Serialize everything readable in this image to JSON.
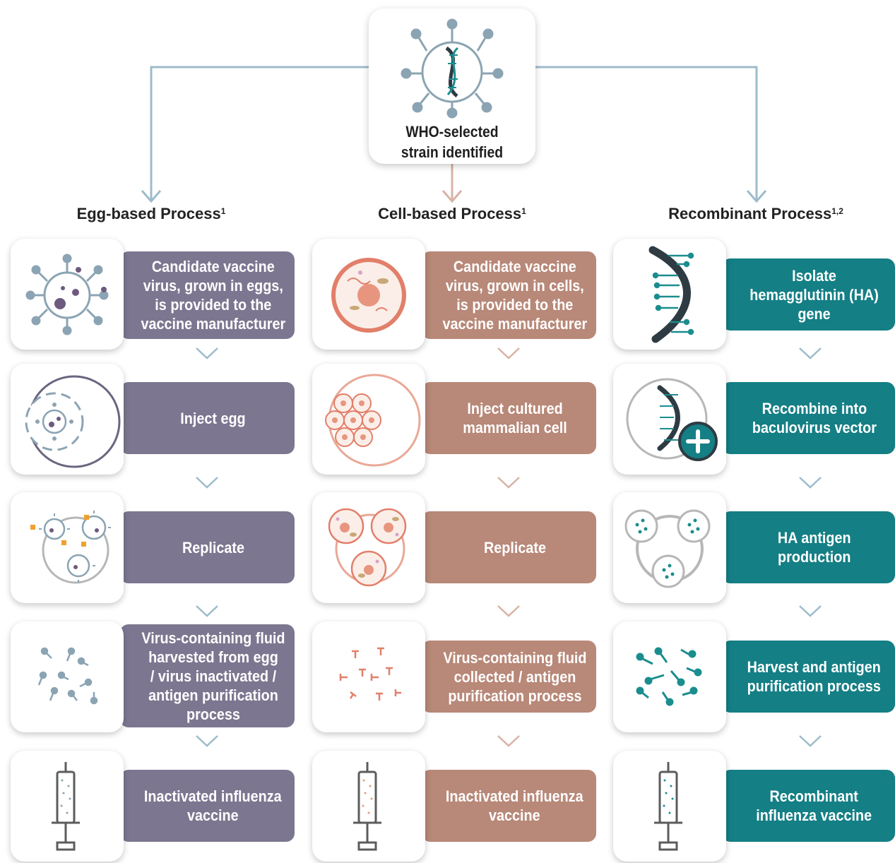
{
  "top": {
    "title_line1": "WHO-selected",
    "title_line2": "strain identified"
  },
  "columns": [
    {
      "id": "egg",
      "header": "Egg-based Process",
      "sup": "1",
      "steps": [
        {
          "icon": "virus-egg-icon",
          "label": "Candidate vaccine\nvirus, grown in eggs,\nis provided to the\nvaccine manufacturer"
        },
        {
          "icon": "egg-injection-icon",
          "label": "Inject egg"
        },
        {
          "icon": "virus-replicate-icon",
          "label": "Replicate"
        },
        {
          "icon": "virus-fluid-icon",
          "label": "Virus-containing fluid\nharvested from egg\n/ virus inactivated /\nantigen purification\nprocess"
        },
        {
          "icon": "syringe-icon",
          "label": "Inactivated influenza\nvaccine"
        }
      ]
    },
    {
      "id": "cell",
      "header": "Cell-based Process",
      "sup": "1",
      "steps": [
        {
          "icon": "cell-icon",
          "label": "Candidate vaccine\nvirus, grown in cells,\nis provided to the\nvaccine manufacturer"
        },
        {
          "icon": "cell-injection-icon",
          "label": "Inject cultured\nmammalian cell"
        },
        {
          "icon": "cell-replicate-icon",
          "label": "Replicate"
        },
        {
          "icon": "antigen-fluid-icon",
          "label": "Virus-containing fluid\ncollected / antigen\npurification process"
        },
        {
          "icon": "syringe-icon",
          "label": "Inactivated influenza\nvaccine"
        }
      ]
    },
    {
      "id": "recombinant",
      "header": "Recombinant Process",
      "sup": "1,2",
      "steps": [
        {
          "icon": "dna-icon",
          "label": "Isolate\nhemagglutinin (HA)\ngene"
        },
        {
          "icon": "dna-plus-icon",
          "label": "Recombine into\nbaculovirus vector"
        },
        {
          "icon": "antigen-production-icon",
          "label": "HA antigen\nproduction"
        },
        {
          "icon": "molecule-icon",
          "label": "Harvest and antigen\npurification process"
        },
        {
          "icon": "syringe-icon",
          "label": "Recombinant\ninfluenza vaccine"
        }
      ]
    }
  ],
  "colors": {
    "egg": "#7d7690",
    "cell": "#b88878",
    "recombinant": "#147f85",
    "connector": "#9dbccb",
    "connector_cell": "#d9b2a6"
  }
}
